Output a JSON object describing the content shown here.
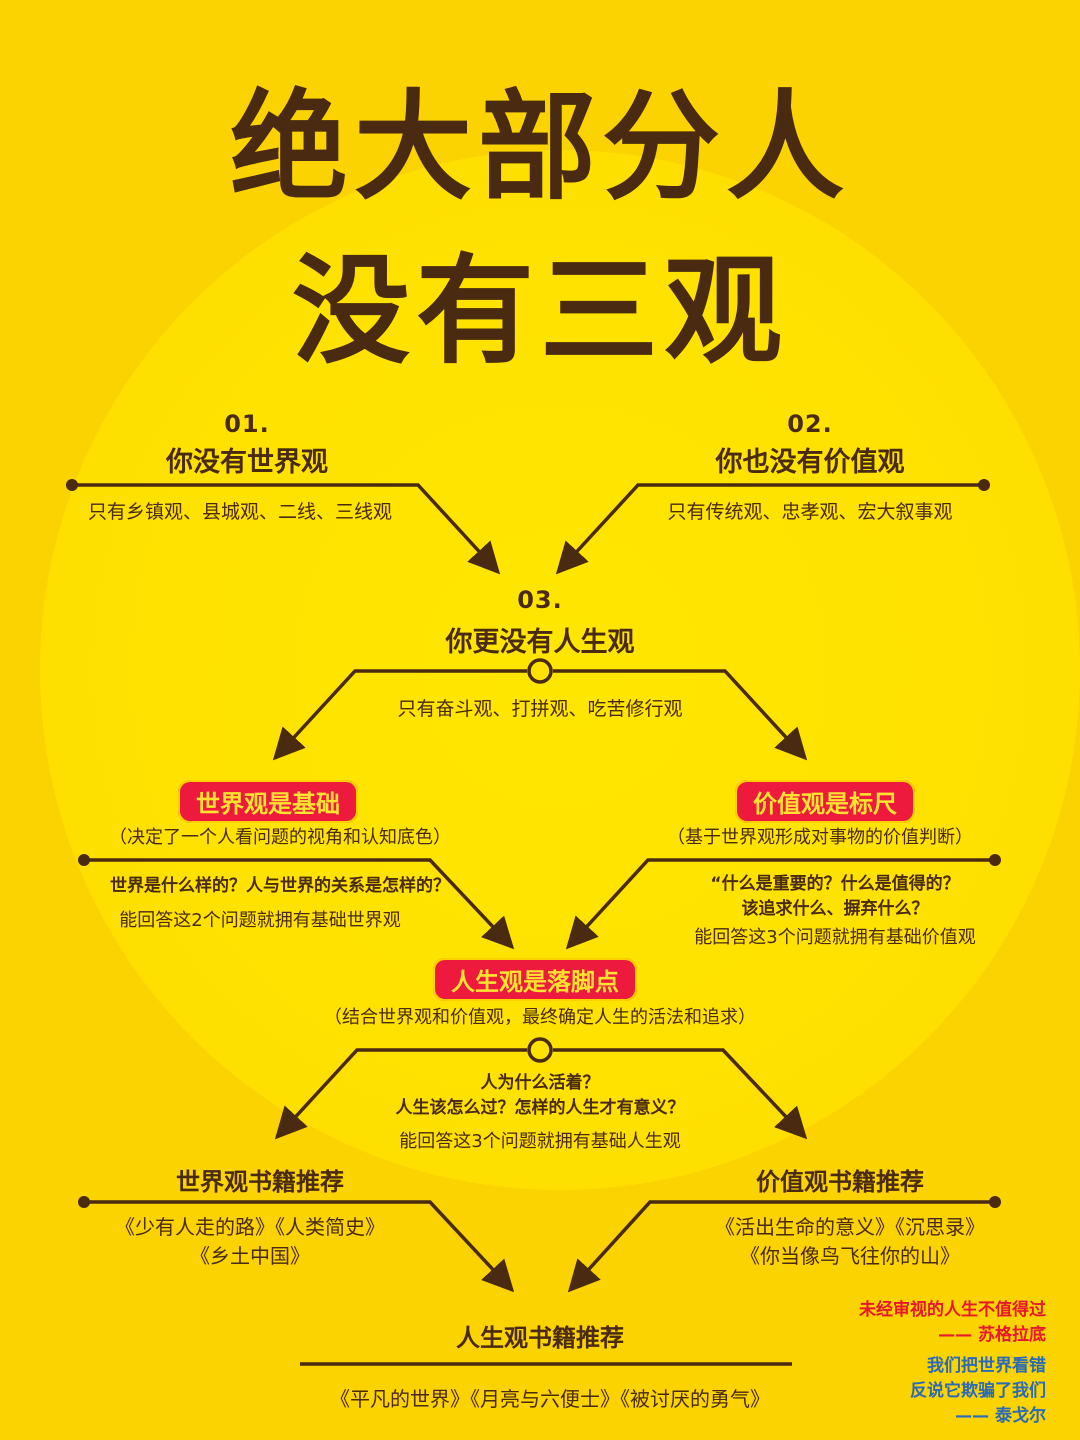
{
  "title": {
    "line1": "绝大部分人",
    "line2": "没有三观"
  },
  "section1": {
    "num": "01.",
    "heading": "你没有世界观",
    "desc": "只有乡镇观、县城观、二线、三线观"
  },
  "section2": {
    "num": "02.",
    "heading": "你也没有价值观",
    "desc": "只有传统观、忠孝观、宏大叙事观"
  },
  "section3": {
    "num": "03.",
    "heading": "你更没有人生观",
    "desc": "只有奋斗观、打拼观、吃苦修行观"
  },
  "worldview": {
    "badge": "世界观是基础",
    "note": "（决定了一个人看问题的视角和认知底色）",
    "question": "世界是什么样的？人与世界的关系是怎样的？",
    "answer": "能回答这2个问题就拥有基础世界观"
  },
  "values": {
    "badge": "价值观是标尺",
    "note": "（基于世界观形成对事物的价值判断）",
    "question1": "“什么是重要的？什么是值得的？",
    "question2": "该追求什么、摒弃什么？",
    "answer": "能回答这3个问题就拥有基础价值观"
  },
  "life": {
    "badge": "人生观是落脚点",
    "note": "（结合世界观和价值观，最终确定人生的活法和追求）",
    "question1": "人为什么活着？",
    "question2": "人生该怎么过？怎样的人生才有意义？",
    "answer": "能回答这3个问题就拥有基础人生观"
  },
  "books": {
    "world": {
      "heading": "世界观书籍推荐",
      "line1": "《少有人走的路》《人类简史》",
      "line2": "《乡土中国》"
    },
    "values": {
      "heading": "价值观书籍推荐",
      "line1": "《活出生命的意义》《沉思录》",
      "line2": "《你当像鸟飞往你的山》"
    },
    "life": {
      "heading": "人生观书籍推荐",
      "line1": "《平凡的世界》《月亮与六便士》《被讨厌的勇气》"
    }
  },
  "quotes": {
    "socrates": {
      "text": "未经审视的人生不值得过",
      "author": "—— 苏格拉底"
    },
    "tagore": {
      "line1": "我们把世界看错",
      "line2": "反说它欺骗了我们",
      "author": "—— 泰戈尔"
    }
  },
  "colors": {
    "background": "#FBD300",
    "text": "#4A2A10",
    "badge": "#EE1A3E",
    "badge_text": "#FFE330",
    "quote_red": "#E8172C",
    "quote_blue": "#2A6AB8"
  }
}
